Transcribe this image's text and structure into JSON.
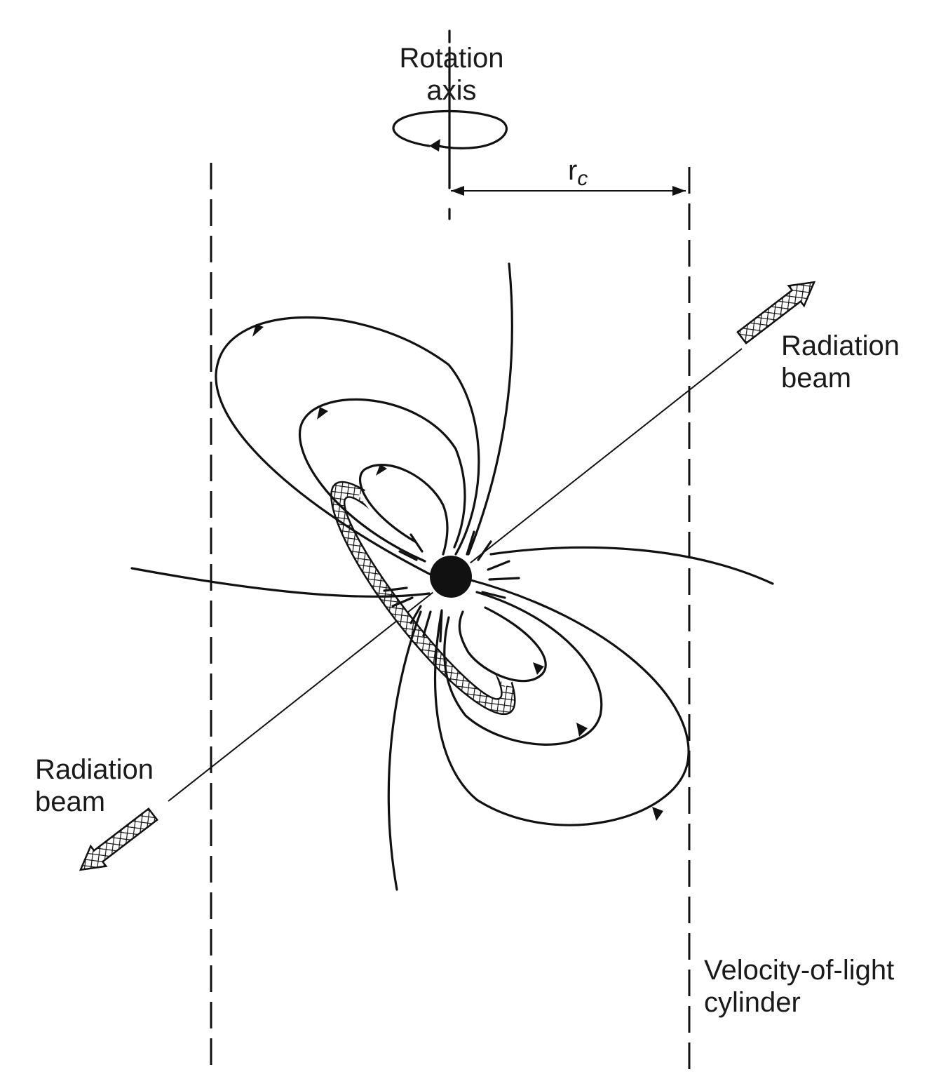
{
  "labels": {
    "rotation_axis_line1": "Rotation",
    "rotation_axis_line2": "axis",
    "radius_symbol": "r",
    "radius_subscript": "c",
    "beam_upper_line1": "Radiation",
    "beam_upper_line2": "beam",
    "beam_lower_line1": "Radiation",
    "beam_lower_line2": "beam",
    "cylinder_line1": "Velocity-of-light",
    "cylinder_line2": "cylinder"
  },
  "colors": {
    "ink": "#111111",
    "background": "#ffffff"
  }
}
